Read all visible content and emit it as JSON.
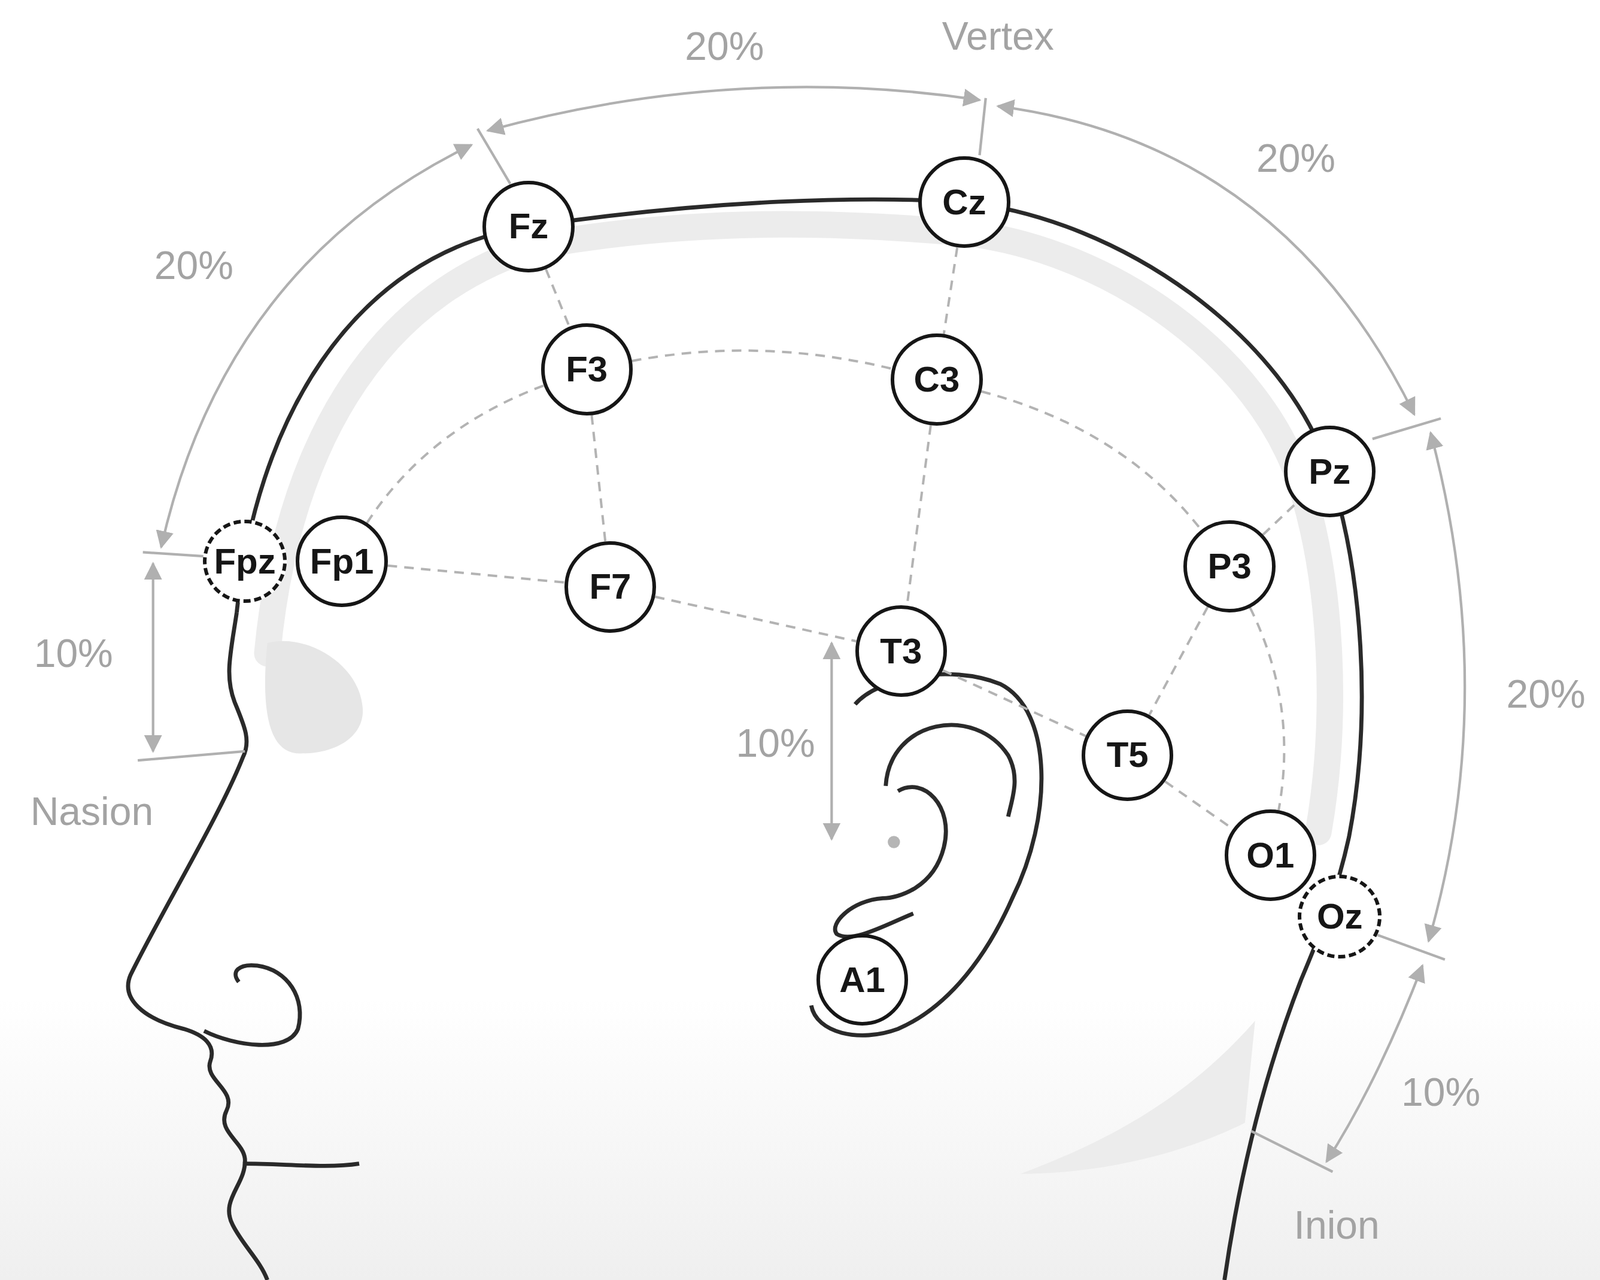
{
  "diagram": {
    "nodes": [
      {
        "text": [
          "Fz"
        ]
      },
      {
        "text": [
          "Cz"
        ]
      },
      {
        "text": [
          "F3"
        ]
      },
      {
        "text": [
          "C3"
        ]
      },
      {
        "text": [
          "Pz"
        ]
      },
      {
        "text": [
          "Fpz"
        ]
      },
      {
        "text": [
          "Fp1"
        ]
      },
      {
        "text": [
          "P3"
        ]
      },
      {
        "text": [
          "F7"
        ]
      },
      {
        "text": [
          "T3"
        ]
      },
      {
        "text": [
          "T5"
        ]
      },
      {
        "text": [
          "O1"
        ]
      },
      {
        "text": [
          "Oz"
        ]
      },
      {
        "text": [
          "A1"
        ]
      }
    ],
    "edges": [
      {
        "from": 0,
        "to": 2,
        "arrow": "none"
      },
      {
        "from": 1,
        "to": 3,
        "arrow": "none"
      },
      {
        "from": 6,
        "to": 2,
        "arrow": "none"
      },
      {
        "from": 2,
        "to": 3,
        "arrow": "none"
      },
      {
        "from": 3,
        "to": 7,
        "arrow": "none"
      },
      {
        "from": 7,
        "to": 4,
        "arrow": "none"
      },
      {
        "from": 2,
        "to": 8,
        "arrow": "none"
      },
      {
        "from": 3,
        "to": 9,
        "arrow": "none"
      },
      {
        "from": 6,
        "to": 8,
        "arrow": "none"
      },
      {
        "from": 8,
        "to": 9,
        "arrow": "none"
      },
      {
        "from": 9,
        "to": 10,
        "arrow": "none"
      },
      {
        "from": 10,
        "to": 11,
        "arrow": "none"
      },
      {
        "from": 7,
        "to": 10,
        "arrow": "none"
      },
      {
        "from": 7,
        "to": 11,
        "arrow": "none"
      }
    ],
    "labels": [
      "20%",
      "Vertex",
      "20%",
      "20%",
      "10%",
      "10%",
      "Nasion",
      "20%",
      "10%",
      "Inion"
    ]
  }
}
